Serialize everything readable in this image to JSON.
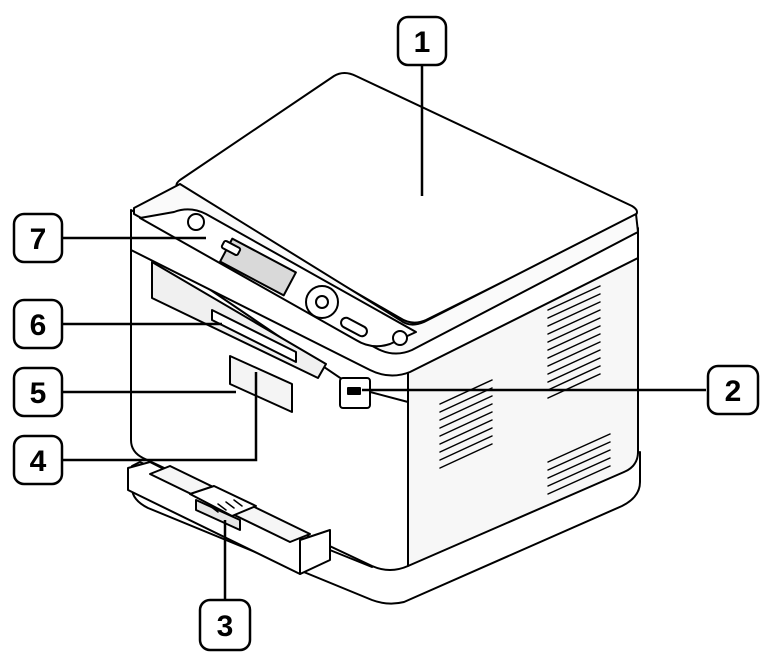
{
  "callouts": [
    {
      "id": "1",
      "label": "1"
    },
    {
      "id": "2",
      "label": "2"
    },
    {
      "id": "3",
      "label": "3"
    },
    {
      "id": "4",
      "label": "4"
    },
    {
      "id": "5",
      "label": "5"
    },
    {
      "id": "6",
      "label": "6"
    },
    {
      "id": "7",
      "label": "7"
    }
  ],
  "colors": {
    "outline": "#000000",
    "body": "#ffffff",
    "shade": "#f2f2f2",
    "display": "#d9d9d9"
  },
  "icons": [
    "printer-illustration",
    "control-panel",
    "usb-port",
    "paper-tray",
    "paper-guide"
  ]
}
